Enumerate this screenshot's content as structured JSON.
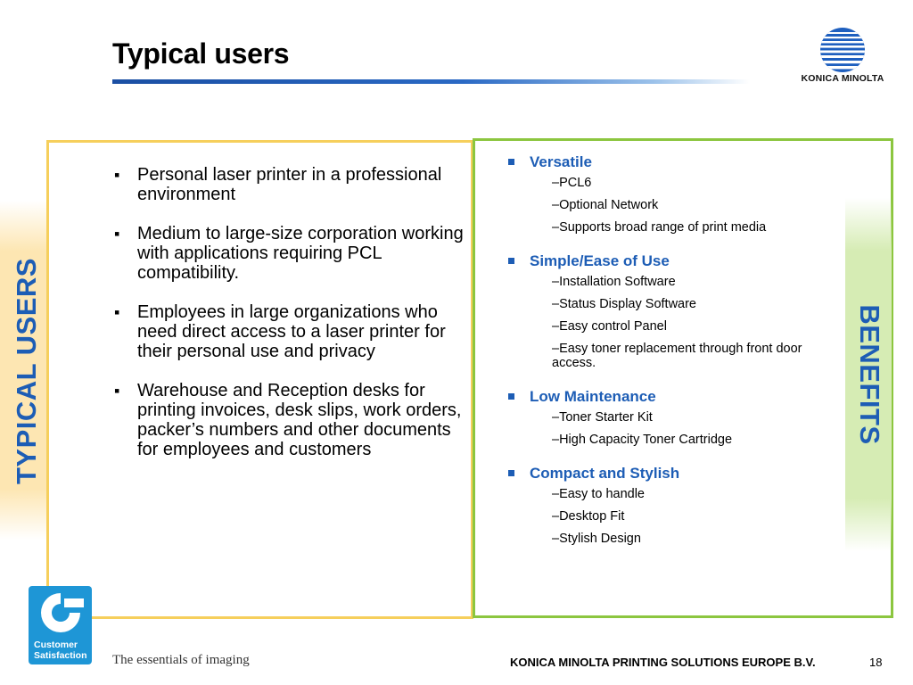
{
  "slide": {
    "title": "Typical users",
    "brand": "KONICA MINOLTA",
    "left_label": "TYPICAL USERS",
    "right_label": "BENEFITS",
    "typical_users": [
      "Personal laser printer in a professional environment",
      "Medium to large-size corporation working with applications requiring PCL compatibility.",
      "Employees in large organizations who need direct access to a laser printer for their personal use and privacy",
      "Warehouse and Reception desks for printing invoices, desk slips, work orders, packer’s numbers and other documents for employees and customers"
    ],
    "benefits": [
      {
        "heading": "Versatile",
        "items": [
          "–PCL6",
          "–Optional Network",
          "–Supports broad range of print media"
        ]
      },
      {
        "heading": "Simple/Ease of Use",
        "items": [
          "–Installation Software",
          "–Status Display Software",
          "–Easy control Panel",
          "–Easy toner replacement through front door access."
        ]
      },
      {
        "heading": "Low Maintenance",
        "items": [
          "–Toner Starter Kit",
          "–High Capacity Toner Cartridge"
        ]
      },
      {
        "heading": "Compact and Stylish",
        "items": [
          "–Easy to handle",
          "–Desktop Fit",
          "–Stylish Design"
        ]
      }
    ],
    "footer": {
      "badge_line1": "Customer",
      "badge_line2": "Satisfaction",
      "tagline": "The essentials of imaging",
      "company": "KONICA MINOLTA PRINTING SOLUTIONS EUROPE B.V.",
      "page": "18"
    },
    "colors": {
      "accent_blue": "#1d5db5",
      "left_border": "#f6cf5c",
      "right_border": "#8cc63f"
    }
  }
}
